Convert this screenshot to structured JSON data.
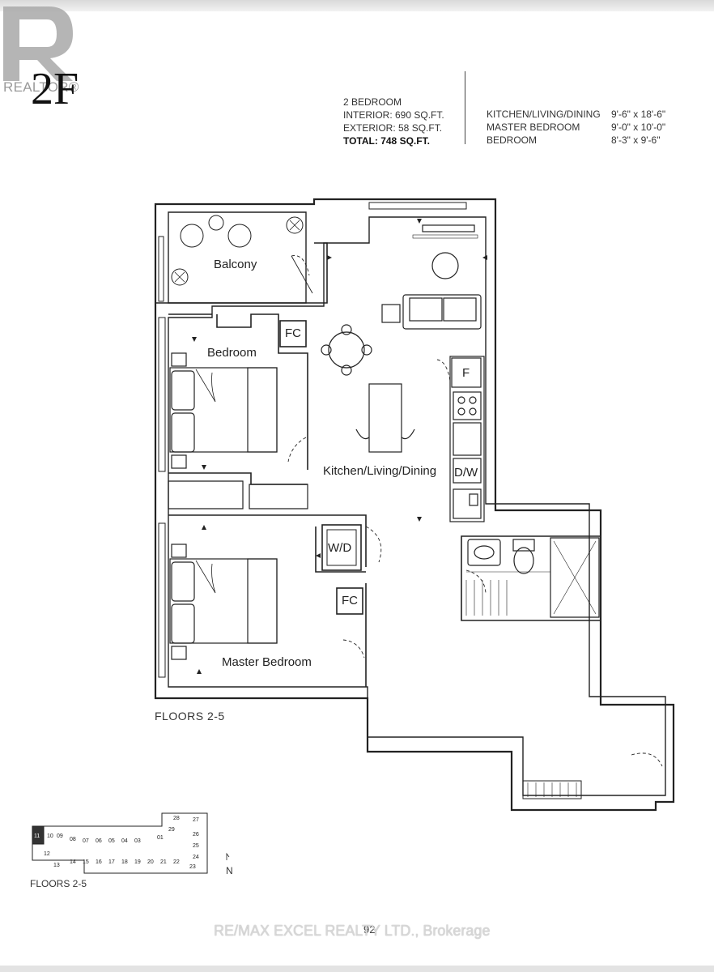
{
  "branding": {
    "logo_text": "REALTOR®",
    "watermark": "RE/MAX EXCEL REALTY LTD., Brokerage"
  },
  "header": {
    "unit_code": "2F",
    "info_lines": [
      "2 BEDROOM",
      "INTERIOR: 690 SQ.FT.",
      "EXTERIOR: 58 SQ.FT."
    ],
    "total": "TOTAL: 748 SQ.FT.",
    "rooms": [
      {
        "name": "KITCHEN/LIVING/DINING",
        "dims": "9'-6\" x 18'-6\""
      },
      {
        "name": "MASTER BEDROOM",
        "dims": "9'-0\" x 10'-0\""
      },
      {
        "name": "BEDROOM",
        "dims": "8'-3\" x 9'-6\""
      }
    ]
  },
  "plan": {
    "room_labels": {
      "balcony": "Balcony",
      "bedroom": "Bedroom",
      "kitchen": "Kitchen/Living/Dining",
      "master": "Master Bedroom"
    },
    "fixtures": {
      "fc_1": "FC",
      "fc_2": "FC",
      "washer_dryer": "W/D",
      "fridge": "F",
      "dishwasher": "D/W"
    },
    "floors_label": "FLOORS 2-5"
  },
  "key_plan": {
    "floors_label": "FLOORS 2-5",
    "north_label": "N",
    "top_units": [
      "11",
      "10",
      "09",
      "08",
      "07",
      "06",
      "05",
      "04",
      "03",
      "01"
    ],
    "bottom_units": [
      "12",
      "13",
      "14",
      "15",
      "16",
      "17",
      "18",
      "19",
      "20",
      "21",
      "22",
      "23"
    ],
    "right_units": [
      "28",
      "27",
      "29",
      "26",
      "25",
      "24"
    ]
  },
  "page_number": "92"
}
